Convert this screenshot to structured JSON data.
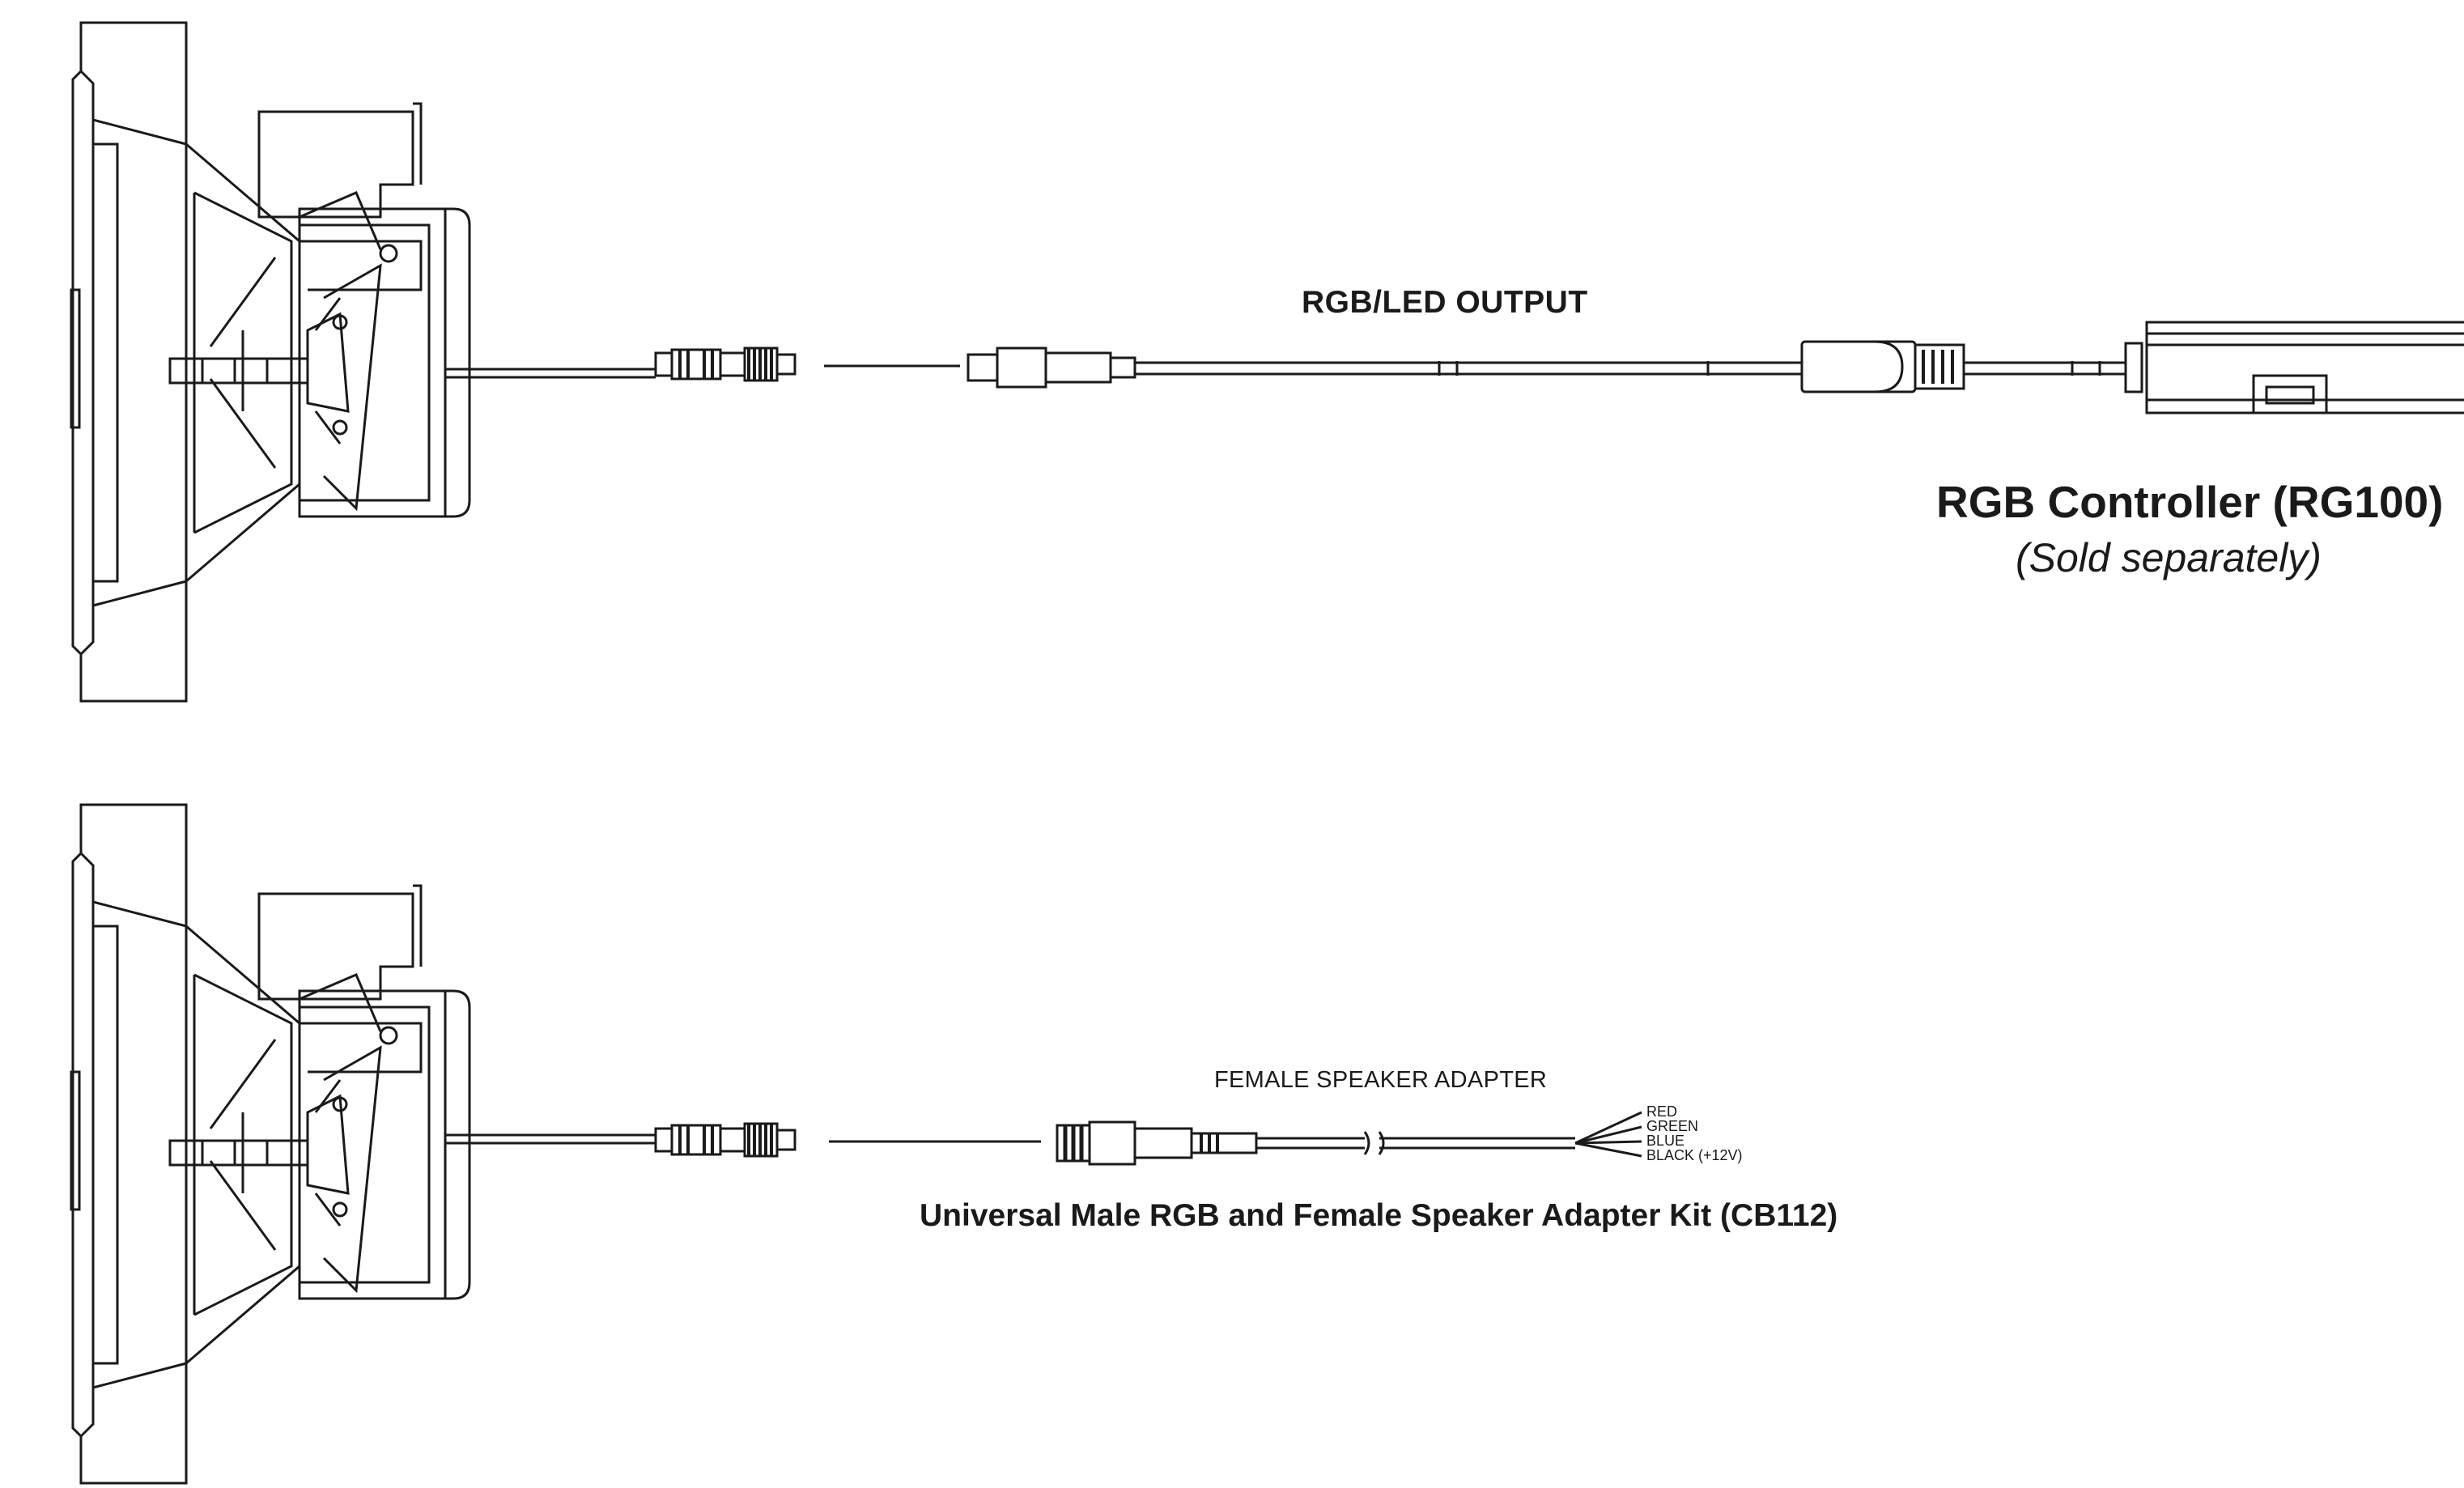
{
  "labels": {
    "rgb_output": "RGB/LED OUTPUT",
    "controller_title": "RGB Controller (RG100)",
    "controller_note": "(Sold separately)",
    "female_adapter": "FEMALE SPEAKER ADAPTER",
    "kit_title": "Universal Male RGB and Female Speaker Adapter Kit (CB112)"
  },
  "wires": {
    "red": "RED",
    "green": "GREEN",
    "blue": "BLUE",
    "black": "BLACK (+12V)"
  },
  "colors": {
    "line": "#1a1a1a",
    "background": "#ffffff"
  }
}
